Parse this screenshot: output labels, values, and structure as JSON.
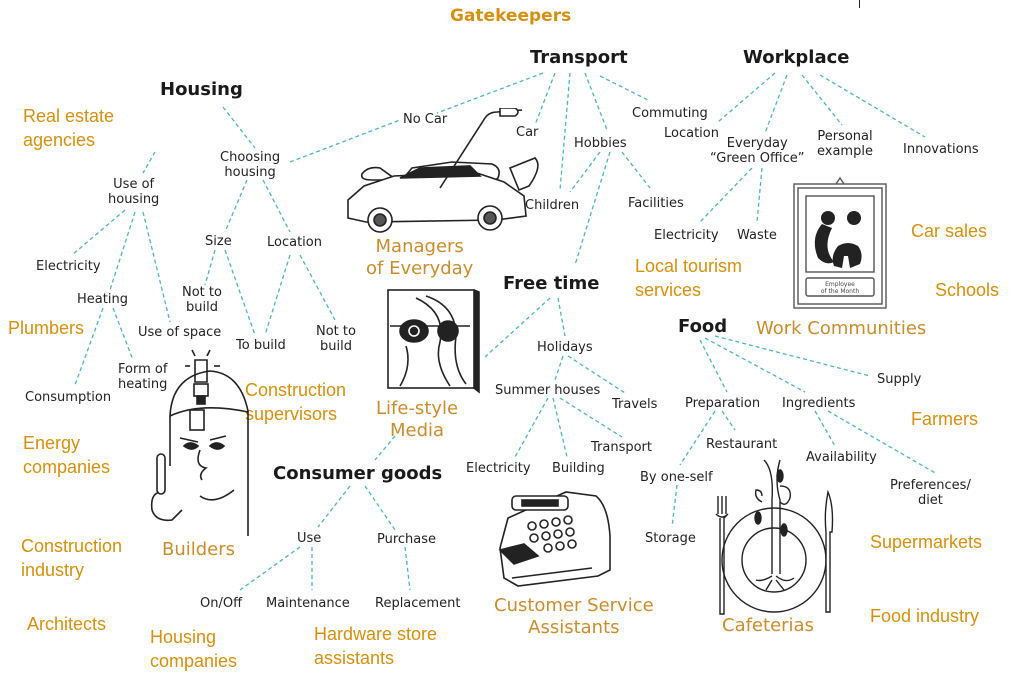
{
  "title": "Gatekeepers",
  "categories": {
    "housing": "Housing",
    "transport": "Transport",
    "workplace": "Workplace",
    "free_time": "Free time",
    "food": "Food",
    "consumer_goods": "Consumer goods"
  },
  "housing": {
    "choosing_housing": "Choosing\nhousing",
    "use_of_housing": "Use of\nhousing",
    "size": "Size",
    "location": "Location",
    "electricity": "Electricity",
    "heating": "Heating",
    "not_to_build_1": "Not to\nbuild",
    "use_of_space": "Use of space",
    "to_build": "To build",
    "not_to_build_2": "Not to\nbuild",
    "form_of_heating": "Form of\nheating",
    "consumption": "Consumption"
  },
  "transport": {
    "no_car": "No Car",
    "car": "Car",
    "hobbies": "Hobbies",
    "commuting": "Commuting",
    "children": "Children",
    "facilities": "Facilities"
  },
  "workplace": {
    "location": "Location",
    "everyday_green_office": "Everyday\n“Green Office”",
    "personal_example": "Personal\nexample",
    "innovations": "Innovations",
    "electricity": "Electricity",
    "waste": "Waste"
  },
  "free_time": {
    "holidays": "Holidays",
    "summer_houses": "Summer houses",
    "travels": "Travels",
    "transport": "Transport",
    "electricity": "Electricity",
    "building": "Building"
  },
  "food": {
    "supply": "Supply",
    "preparation": "Preparation",
    "ingredients": "Ingredients",
    "restaurant": "Restaurant",
    "availability": "Availability",
    "by_one_self": "By one-self",
    "preferences_diet": "Preferences/\ndiet",
    "storage": "Storage"
  },
  "consumer_goods": {
    "use": "Use",
    "purchase": "Purchase",
    "on_off": "On/Off",
    "maintenance": "Maintenance",
    "replacement": "Replacement"
  },
  "roles": {
    "managers_of_everyday": "Managers\nof Everyday",
    "lifestyle_media": "Life-style\nMedia",
    "builders": "Builders",
    "work_communities": "Work Communities",
    "customer_service_assistants": "Customer Service\nAssistants",
    "cafeterias": "Cafeterias"
  },
  "poster_caption": "Employee\nof the Month",
  "gatekeepers": {
    "real_estate_agencies": "Real estate\nagencies",
    "plumbers": "Plumbers",
    "energy_companies": "Energy\ncompanies",
    "construction_industry": "Construction\nindustry",
    "architects": "Architects",
    "housing_companies": "Housing\ncompanies",
    "construction_supervisors": "Construction\nsupervisors",
    "hardware_store_assistants": "Hardware store\nassistants",
    "local_tourism_services": "Local tourism\nservices",
    "car_sales": "Car sales",
    "schools": "Schools",
    "farmers": "Farmers",
    "supermarkets": "Supermarkets",
    "food_industry": "Food industry"
  },
  "colors": {
    "gatekeeper_text": "#d4900e",
    "role_text": "#c98d2e",
    "connector": "#4fb3bf",
    "node_text": "#222222"
  }
}
